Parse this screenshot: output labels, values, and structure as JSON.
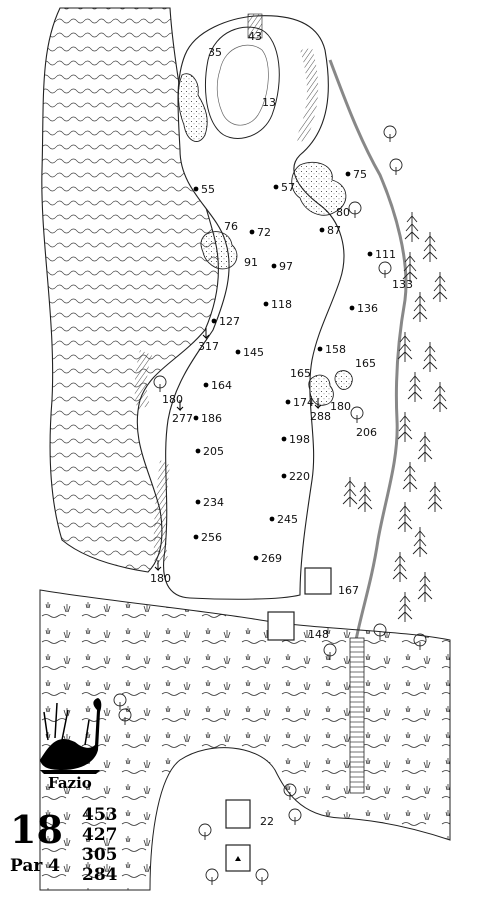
{
  "hole": {
    "number": "18",
    "par": "Par 4",
    "yardages": [
      "453",
      "427",
      "305",
      "284"
    ],
    "designer": "Fazio"
  },
  "markers": [
    {
      "label": "43",
      "kind": "green"
    },
    {
      "label": "35",
      "kind": "green"
    },
    {
      "label": "13",
      "kind": "green"
    },
    {
      "label": "55",
      "kind": "dot"
    },
    {
      "label": "57",
      "kind": "dot"
    },
    {
      "label": "75",
      "kind": "dot"
    },
    {
      "label": "80",
      "kind": "hazard"
    },
    {
      "label": "76",
      "kind": "hazard"
    },
    {
      "label": "72",
      "kind": "dot"
    },
    {
      "label": "87",
      "kind": "dot"
    },
    {
      "label": "91",
      "kind": "hazard"
    },
    {
      "label": "97",
      "kind": "dot"
    },
    {
      "label": "111",
      "kind": "dot"
    },
    {
      "label": "133",
      "kind": "tree"
    },
    {
      "label": "118",
      "kind": "dot"
    },
    {
      "label": "136",
      "kind": "dot"
    },
    {
      "label": "127",
      "kind": "dot"
    },
    {
      "label": "317",
      "kind": "carry"
    },
    {
      "label": "145",
      "kind": "dot"
    },
    {
      "label": "158",
      "kind": "dot"
    },
    {
      "label": "165",
      "kind": "hazard"
    },
    {
      "label": "165",
      "kind": "hazard"
    },
    {
      "label": "164",
      "kind": "dot"
    },
    {
      "label": "180",
      "kind": "tree"
    },
    {
      "label": "174",
      "kind": "dot"
    },
    {
      "label": "180",
      "kind": "hazard"
    },
    {
      "label": "277",
      "kind": "carry"
    },
    {
      "label": "186",
      "kind": "dot"
    },
    {
      "label": "288",
      "kind": "carry"
    },
    {
      "label": "206",
      "kind": "tree"
    },
    {
      "label": "198",
      "kind": "dot"
    },
    {
      "label": "205",
      "kind": "dot"
    },
    {
      "label": "220",
      "kind": "dot"
    },
    {
      "label": "234",
      "kind": "dot"
    },
    {
      "label": "245",
      "kind": "dot"
    },
    {
      "label": "256",
      "kind": "dot"
    },
    {
      "label": "269",
      "kind": "dot"
    },
    {
      "label": "167",
      "kind": "tee"
    },
    {
      "label": "180",
      "kind": "carry"
    },
    {
      "label": "148",
      "kind": "tee"
    },
    {
      "label": "22",
      "kind": "tee"
    }
  ]
}
